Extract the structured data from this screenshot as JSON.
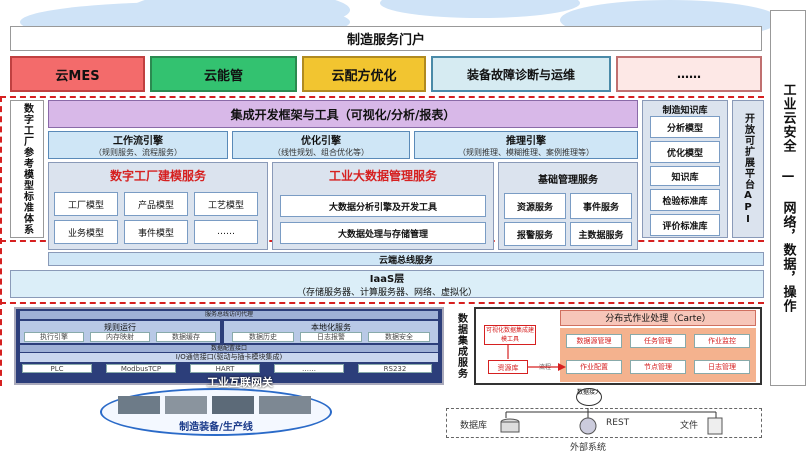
{
  "portal": {
    "title": "制造服务门户"
  },
  "apps": [
    {
      "label": "云MES",
      "color": "#f36b6b"
    },
    {
      "label": "云能管",
      "color": "#33c270"
    },
    {
      "label": "云配方优化",
      "color": "#f2c530"
    },
    {
      "label": "装备故障诊断与运维",
      "color": "#d6ebf2"
    },
    {
      "label": "……",
      "color": "#fde8e6"
    }
  ],
  "left_side": {
    "label": "数字工厂参考模型标准体系"
  },
  "right_side": {
    "label": "工业云安全 — 网络，数据，操作"
  },
  "integration": {
    "title": "集成开发框架与工具（可视化/分析/报表）"
  },
  "engines": [
    {
      "title": "工作流引擎",
      "sub": "（规则服务、流程服务）"
    },
    {
      "title": "优化引擎",
      "sub": "（线性规划、组合优化等）"
    },
    {
      "title": "推理引擎",
      "sub": "（规则推理、模糊推理、案例推理等）"
    }
  ],
  "modeling": {
    "title": "数字工厂建模服务",
    "items": [
      "工厂模型",
      "产品模型",
      "工艺模型",
      "业务模型",
      "事件模型",
      "……"
    ]
  },
  "bigdata": {
    "title": "工业大数据管理服务",
    "items": [
      "大数据分析引擎及开发工具",
      "大数据处理与存储管理"
    ]
  },
  "basic": {
    "title": "基础管理服务",
    "items": [
      "资源服务",
      "事件服务",
      "报警服务",
      "主数据服务"
    ]
  },
  "knowledge": {
    "title": "制造知识库",
    "items": [
      "分析模型",
      "优化模型",
      "知识库",
      "检验标准库",
      "评价标准库"
    ]
  },
  "open_api": {
    "label": "开放可扩展平台API"
  },
  "bus": {
    "label": "云端总线服务"
  },
  "iaas": {
    "title": "IaaS层",
    "sub": "（存储服务器、计算服务器、网络、虚拟化）"
  },
  "edge": {
    "top": "服务总线访问代理",
    "group1": {
      "title": "规则运行",
      "items": [
        "执行引擎",
        "内存映射",
        "数据缓存"
      ]
    },
    "group2": {
      "title": "本地化服务",
      "items": [
        "数据历史",
        "日志报警",
        "数据安全"
      ]
    },
    "config": "数据配置接口",
    "io": "I/O通信接口(驱动与插卡模块集成)",
    "protocols": [
      "PLC",
      "ModbusTCP",
      "HART",
      "……",
      "RS232"
    ]
  },
  "gateway": {
    "label": "工业互联网关"
  },
  "equipment": {
    "label": "制造装备/生产线"
  },
  "collect": {
    "label": "数据集成服务"
  },
  "distributed": {
    "title": "分布式作业处理（Carte）",
    "tool": "可视化数据集成建模工具",
    "repo": "资源库",
    "flow_step": "流程",
    "grid": [
      "数据源管理",
      "任务管理",
      "作业监控",
      "作业配置",
      "节点管理",
      "日志管理"
    ]
  },
  "external": {
    "label": "外部系统",
    "hub": "数据接入",
    "items": [
      "数据库",
      "REST",
      "文件"
    ]
  }
}
